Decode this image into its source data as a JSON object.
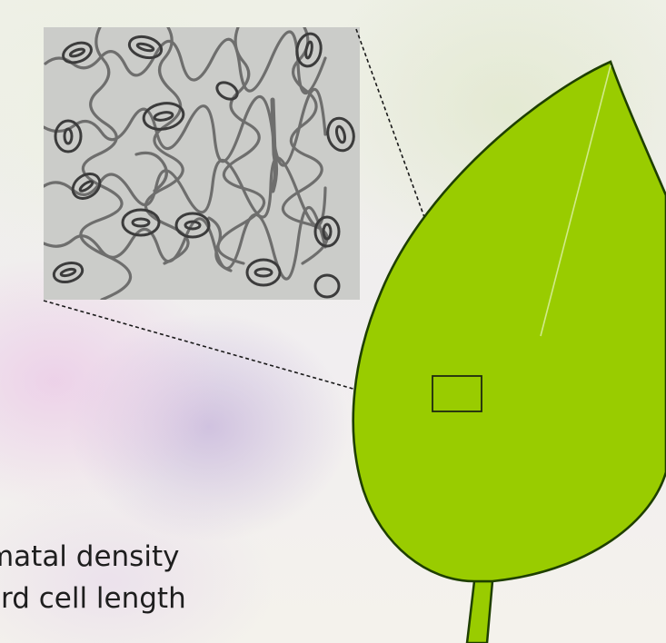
{
  "caption": {
    "line1": "omatal density",
    "line2": "ard cell length"
  },
  "colors": {
    "leaf_fill": "#99cc00",
    "leaf_outline": "#1e3f00",
    "micrograph_bg": "#c9cac7",
    "cell_wall": "#5c5c5c",
    "dashed_line": "#1a1a1a"
  },
  "icons": {
    "leaf": "leaf-shape",
    "stomata": "stomata-micrograph"
  }
}
